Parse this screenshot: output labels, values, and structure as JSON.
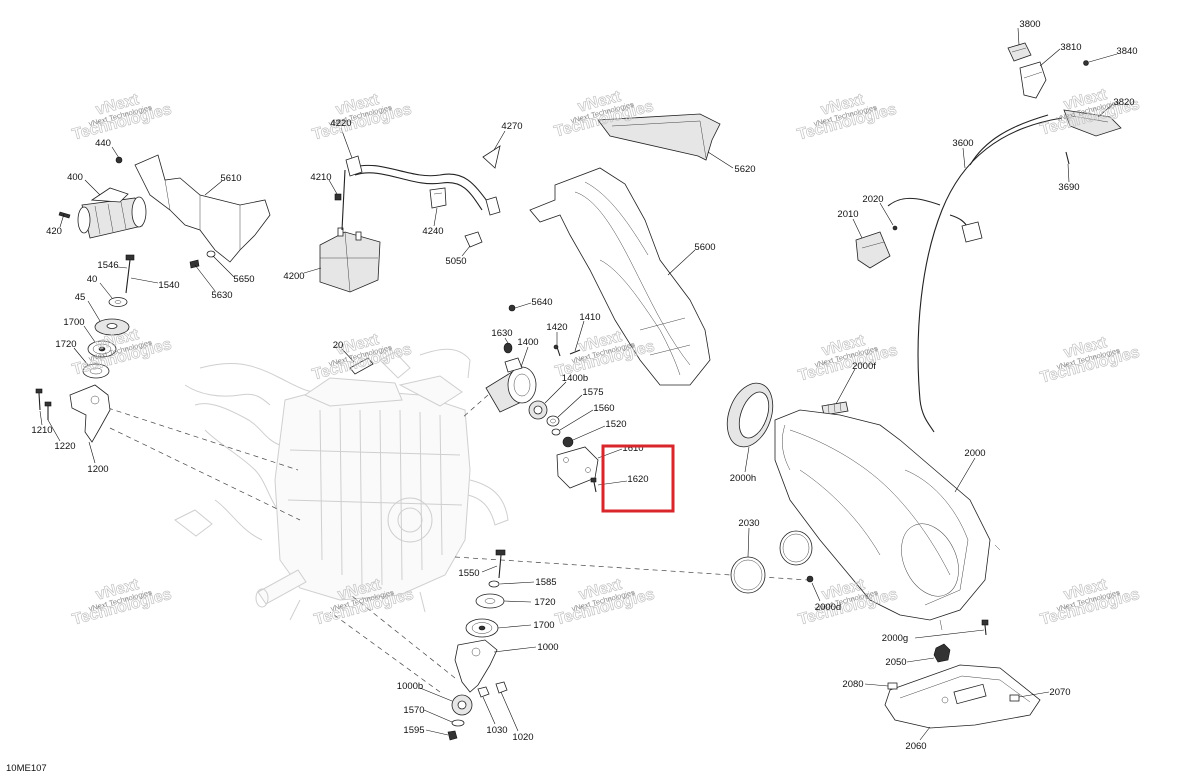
{
  "drawing_code": "10ME107",
  "watermark": {
    "line1": "vNext",
    "line2": "Technologies",
    "small": "vNext Technologies"
  },
  "highlight_color": "#d9262b",
  "labels": {
    "p440": "440",
    "p400": "400",
    "p420": "420",
    "p5610": "5610",
    "p5650": "5650",
    "p5630": "5630",
    "p1546": "1546",
    "p1540": "1540",
    "p40": "40",
    "p45": "45",
    "p1700a": "1700",
    "p1720a": "1720",
    "p1210": "1210",
    "p1220": "1220",
    "p1200": "1200",
    "p4220": "4220",
    "p4270": "4270",
    "p4210": "4210",
    "p4240": "4240",
    "p4200": "4200",
    "p5050": "5050",
    "p5620": "5620",
    "p5600": "5600",
    "p5640": "5640",
    "p1630": "1630",
    "p1420": "1420",
    "p1410": "1410",
    "p1400": "1400",
    "p20": "20",
    "p1400b": "1400b",
    "p1575": "1575",
    "p1560": "1560",
    "p1520": "1520",
    "p1610": "1610",
    "p1620": "1620",
    "p3800": "3800",
    "p3810": "3810",
    "p3840": "3840",
    "p3820": "3820",
    "p3600": "3600",
    "p3690": "3690",
    "p2020": "2020",
    "p2010": "2010",
    "p2000f": "2000f",
    "p2000": "2000",
    "p2000h": "2000h",
    "p2030": "2030",
    "p2000d": "2000d",
    "p2000g": "2000g",
    "p2050": "2050",
    "p2080": "2080",
    "p2070": "2070",
    "p2060": "2060",
    "p1550": "1550",
    "p1585": "1585",
    "p1720b": "1720",
    "p1700b": "1700",
    "p1000": "1000",
    "p1000b": "1000b",
    "p1570": "1570",
    "p1595": "1595",
    "p1030": "1030",
    "p1020": "1020"
  }
}
